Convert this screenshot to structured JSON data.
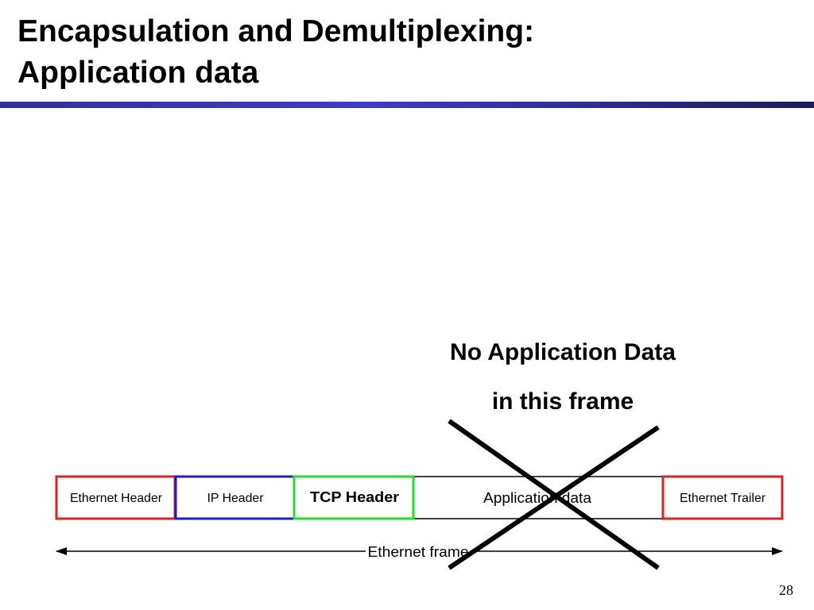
{
  "slide": {
    "title_line_1": "Encapsulation and Demultiplexing:",
    "title_line_2": "Application data",
    "callout_line_1": "No Application Data",
    "callout_line_2": "in this frame",
    "page_number": "28"
  },
  "frame": {
    "segments": [
      {
        "label": "Ethernet Header",
        "border_color": "#e02020"
      },
      {
        "label": "IP Header",
        "border_color": "#1a1ad8"
      },
      {
        "label": "TCP Header",
        "border_color": "#22e022"
      },
      {
        "label": "Application data",
        "border_color": "#000000"
      },
      {
        "label": "Ethernet Trailer",
        "border_color": "#e02020"
      }
    ],
    "span_label": "Ethernet frame"
  },
  "colors": {
    "title_rule": "#3c3ccc",
    "cross": "#000000"
  }
}
